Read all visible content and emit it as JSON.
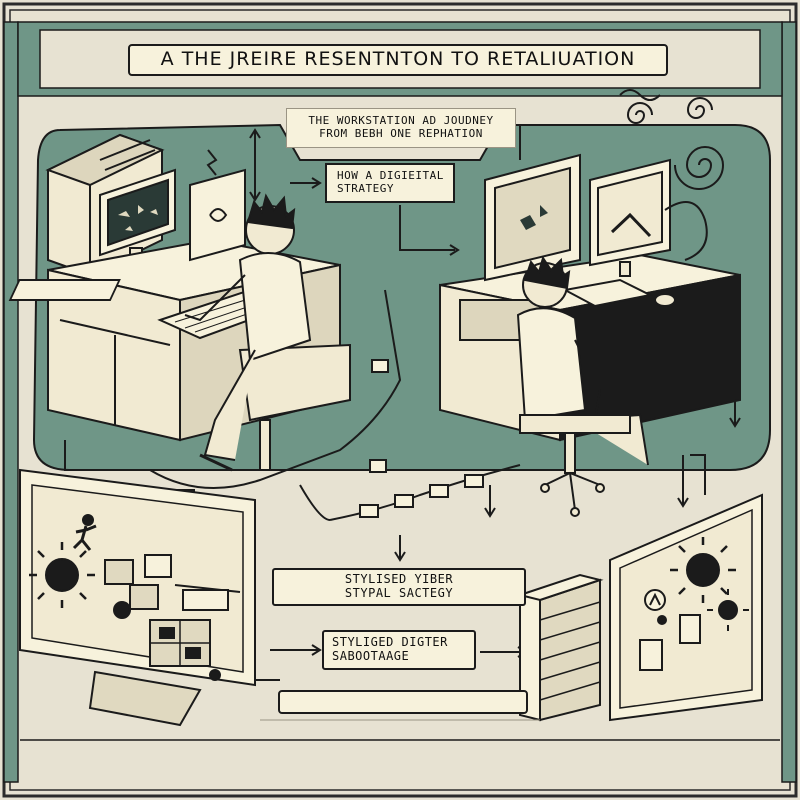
{
  "title": "A THE JREIRE RESENTNTON TO RETALIUATION",
  "labels": {
    "journey_line1": "THE WORKSTATION AD JOUDNEY",
    "journey_line2": "FROM BEBH ONE REPHATION",
    "strategy_line1": "HOW A DIGIEITAL",
    "strategy_line2": "STRATEGY",
    "cyber_line1": "STYLISED YIBER",
    "cyber_line2": "STYPAL SACTEGY",
    "sabotage_line1": "STYLIGED DIGTER",
    "sabotage_line2": "SABOOTAAGE"
  },
  "colors": {
    "background": "#e7e2d2",
    "panel_green": "#6f9687",
    "ink": "#1b1b1b",
    "paper": "#f7f2dc",
    "skin": "#f1ead2"
  }
}
